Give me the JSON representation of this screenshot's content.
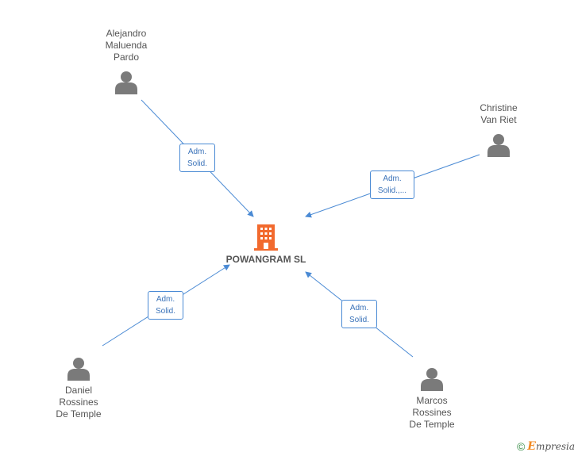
{
  "company": {
    "name": "POWANGRAM SL",
    "icon": "building-icon",
    "color": "#f26a2e"
  },
  "people": [
    {
      "id": "alejandro",
      "name_lines": [
        "Alejandro",
        "Maluenda",
        "Pardo"
      ],
      "role_lines": [
        "Adm.",
        "Solid."
      ]
    },
    {
      "id": "christine",
      "name_lines": [
        "Christine",
        "Van Riet"
      ],
      "role_lines": [
        "Adm.",
        "Solid.,..."
      ]
    },
    {
      "id": "daniel",
      "name_lines": [
        "Daniel",
        "Rossines",
        "De Temple"
      ],
      "role_lines": [
        "Adm.",
        "Solid."
      ]
    },
    {
      "id": "marcos",
      "name_lines": [
        "Marcos",
        "Rossines",
        "De Temple"
      ],
      "role_lines": [
        "Adm.",
        "Solid."
      ]
    }
  ],
  "colors": {
    "edge": "#4a8ad4",
    "person_icon": "#7a7a7a",
    "text": "#555555"
  },
  "footer": {
    "copyright_symbol": "©",
    "brand_initial": "E",
    "brand_rest": "mpresia"
  }
}
